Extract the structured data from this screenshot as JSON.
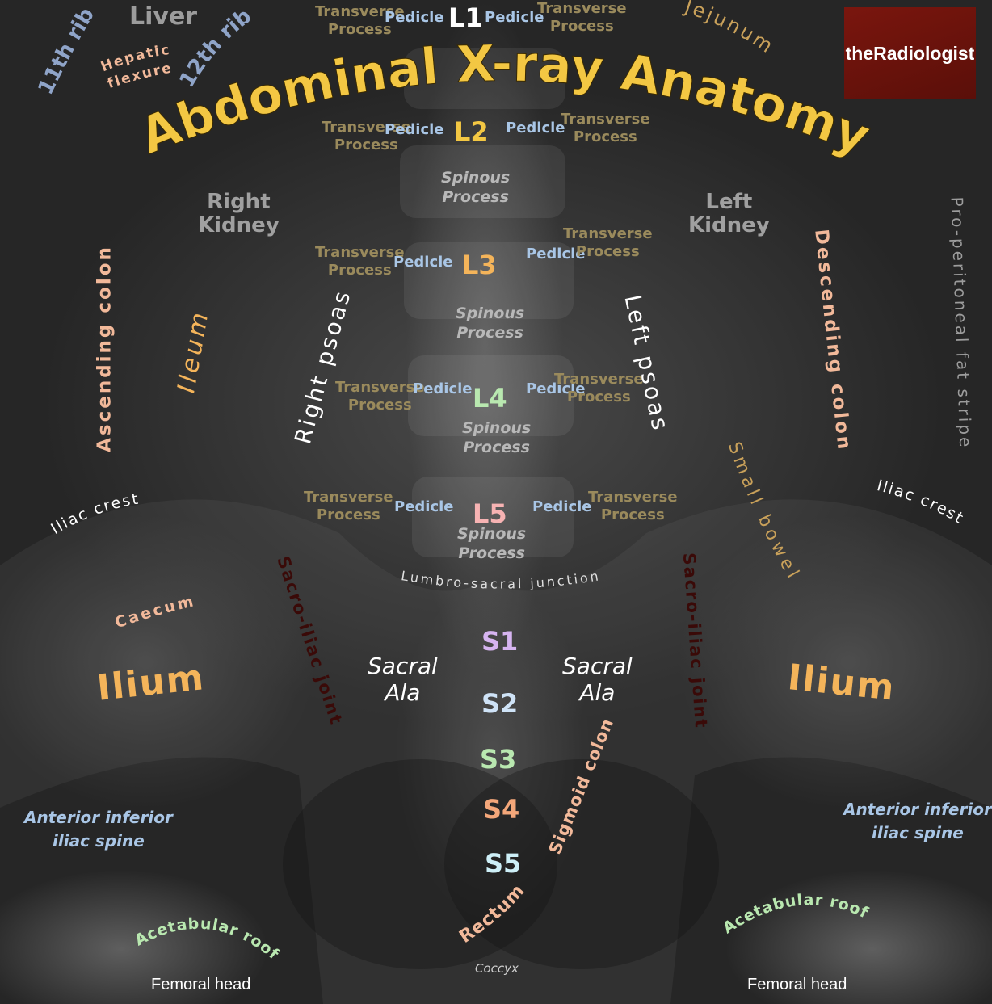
{
  "title": "Abdominal X-ray Anatomy",
  "brand": "theRadiologist",
  "top": {
    "liver": "Liver",
    "hepatic_flexure_1": "Hepatic",
    "hepatic_flexure_2": "flexure",
    "rib11": "11th rib",
    "rib12": "12th rib",
    "jejunum": "Jejunum"
  },
  "kidneys": {
    "right_1": "Right",
    "right_2": "Kidney",
    "left_1": "Left",
    "left_2": "Kidney"
  },
  "vertebrae": {
    "L1": "L1",
    "L2": "L2",
    "L3": "L3",
    "L4": "L4",
    "L5": "L5",
    "S1": "S1",
    "S2": "S2",
    "S3": "S3",
    "S4": "S4",
    "S5": "S5"
  },
  "spine_labels": {
    "transverse_1": "Transverse",
    "transverse_2": "Process",
    "pedicle": "Pedicle",
    "spinous_1": "Spinous",
    "spinous_2": "Process"
  },
  "soft_tissue": {
    "ascending_colon": "Ascending colon",
    "ileum": "Ileum",
    "right_psoas": "Right psoas",
    "left_psoas": "Left psoas",
    "descending_colon": "Descending colon",
    "pro_peritoneal": "Pro-peritoneal fat stripe",
    "small_bowel": "Small bowel",
    "caecum": "Caecum",
    "sigmoid_colon": "Sigmoid colon",
    "rectum": "Rectum"
  },
  "bones": {
    "iliac_crest": "Iliac crest",
    "lumbosacral": "Lumbro-sacral junction",
    "sacroiliac": "Sacro-iliac joint",
    "ilium": "Ilium",
    "sacral_1": "Sacral",
    "sacral_2": "Ala",
    "aiis_1": "Anterior inferior",
    "aiis_2": "iliac spine",
    "acetabular_roof": "Acetabular roof",
    "femoral_head": "Femoral head",
    "coccyx": "Coccyx"
  },
  "colors": {
    "title": "#f3c743",
    "transverse": "#9a8a5c",
    "pedicle": "#a9c6e6",
    "brand_bg": "#7a160e"
  }
}
